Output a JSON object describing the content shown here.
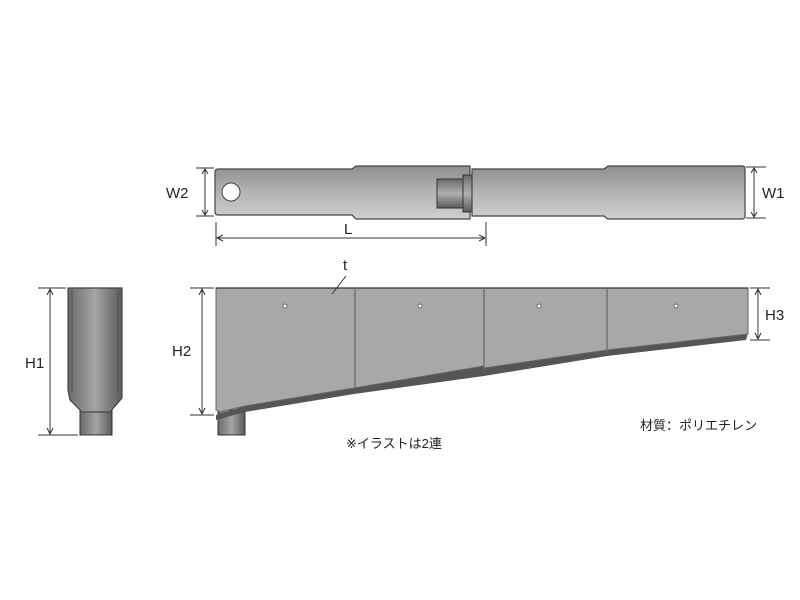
{
  "labels": {
    "w1": "W1",
    "w2": "W2",
    "l": "L",
    "t": "t",
    "h1": "H1",
    "h2": "H2",
    "h3": "H3"
  },
  "notes": {
    "illustration": "※イラストは2連",
    "material": "材質：ポリエチレン"
  },
  "colors": {
    "body": "#a9a9a9",
    "edge": "#4a4a4a",
    "shadow": "#555555"
  }
}
